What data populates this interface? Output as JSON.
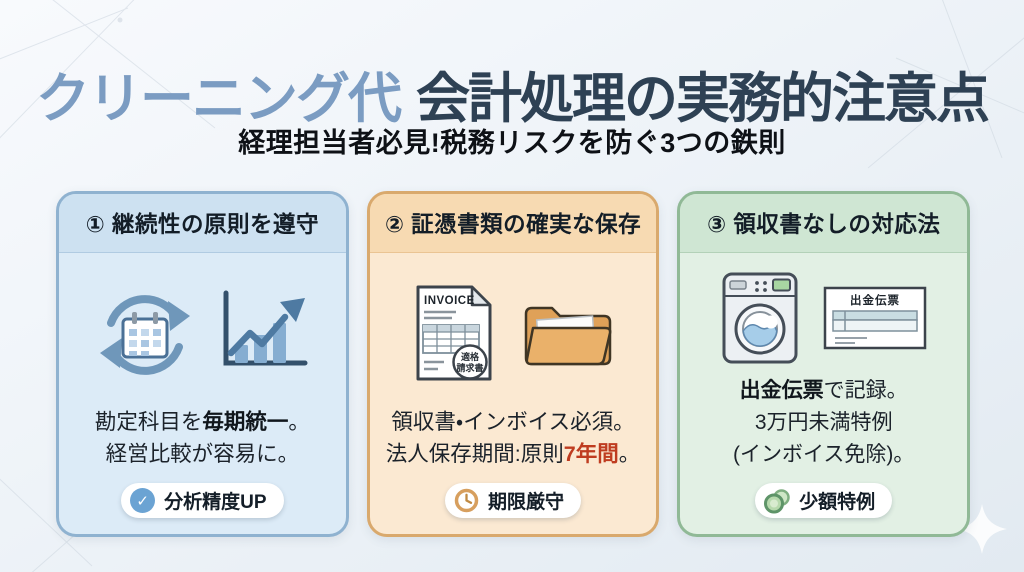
{
  "header": {
    "title_highlight": "クリーニング代",
    "title_rest": "会計処理の実務的注意点",
    "subtitle": "経理担当者必見!税務リスクを防ぐ3つの鉄則"
  },
  "colors": {
    "title_highlight_blue": "#7b9cc2",
    "title_dark_navy": "#2e4154",
    "card_blue_border": "#8fb2d0",
    "card_blue_header_bg": "#cde1f1",
    "card_blue_body_bg": "#dcebf7",
    "card_orange_border": "#d9a96d",
    "card_orange_header_bg": "#f7dab2",
    "card_orange_body_bg": "#fbe9d2",
    "card_green_border": "#90b996",
    "card_green_header_bg": "#cfe6d3",
    "card_green_body_bg": "#e2f0e4",
    "emphasis_red": "#bf3c20",
    "badge_check_blue": "#6ba3d3",
    "badge_clock_tan": "#d79f5e",
    "badge_coin_green": "#5e9468"
  },
  "cards": [
    {
      "header": "① 継続性の原則を遵守",
      "icon_names": [
        "calendar-cycle-icon",
        "growth-chart-icon"
      ],
      "text": {
        "line1_pre": "勘定科目を",
        "line1_strong": "毎期統一",
        "line1_post": "。",
        "line2": "経営比較が容易に。"
      },
      "badge": {
        "icon": "check-circle-icon",
        "glyph": "✓",
        "label": "分析精度UP"
      }
    },
    {
      "header": "② 証憑書類の確実な保存",
      "icon_names": [
        "invoice-document-icon",
        "folder-icon"
      ],
      "art": {
        "invoice_label": "INVOICE",
        "stamp_top": "適格",
        "stamp_bottom": "請求書"
      },
      "text": {
        "line1": "領収書・インボイス必須。",
        "line2_pre": "法人保存期間:原則",
        "line2_em": "7年間",
        "line2_post": "。"
      },
      "badge": {
        "icon": "clock-icon",
        "label": "期限厳守"
      }
    },
    {
      "header": "③ 領収書なしの対応法",
      "icon_names": [
        "washing-machine-icon",
        "expense-slip-icon"
      ],
      "art": {
        "slip_label": "出金伝票"
      },
      "text": {
        "line1_strong": "出金伝票",
        "line1_post": "で記録。",
        "line2": "3万円未満特例",
        "line3": "(インボイス免除)。"
      },
      "badge": {
        "icon": "coins-icon",
        "label": "少額特例"
      }
    }
  ]
}
